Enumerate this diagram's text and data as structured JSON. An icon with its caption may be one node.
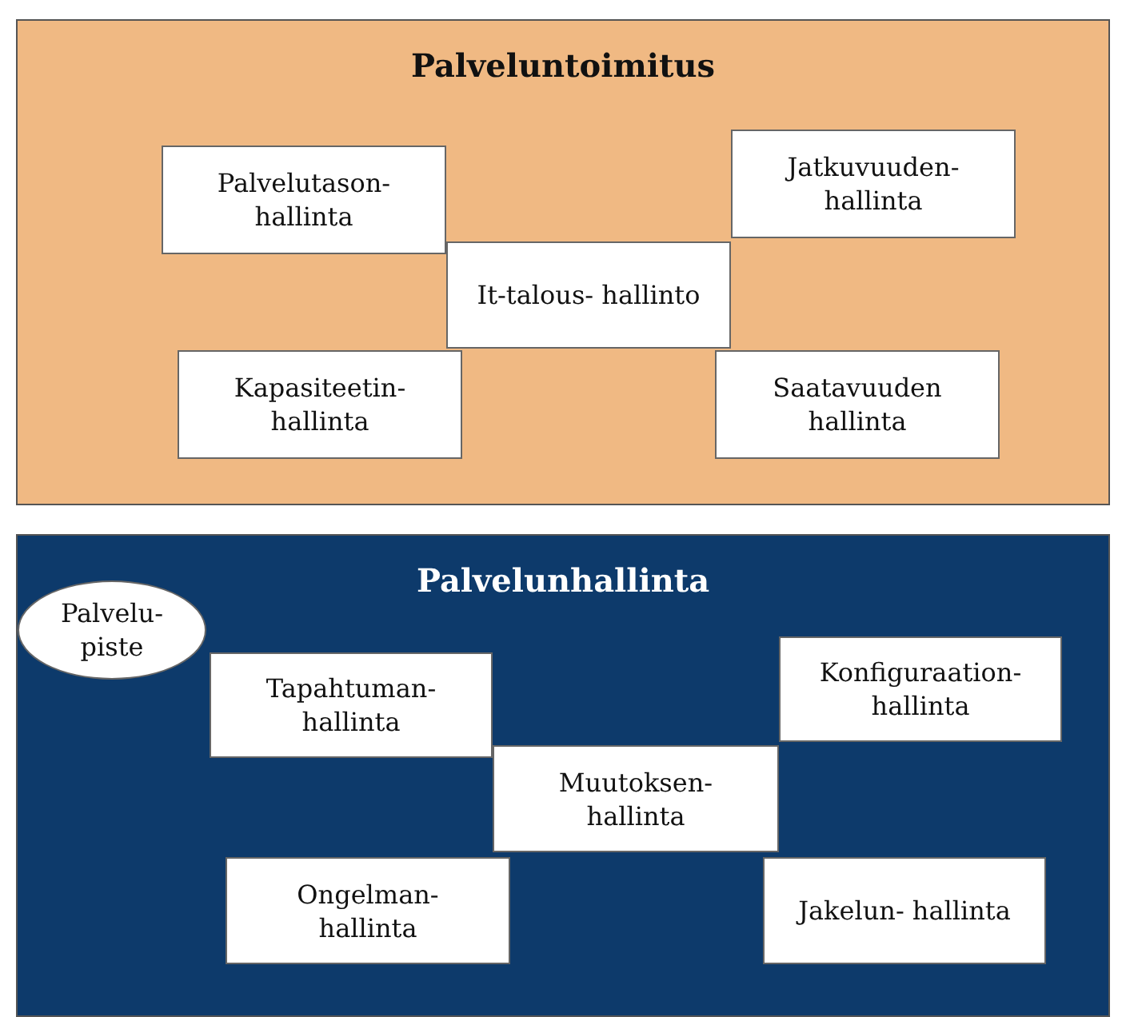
{
  "diagram": {
    "nodes": [
      {
        "text": [
          "Palveluntoimitus"
        ]
      },
      {
        "text": [
          "Palvelutason- hallinta"
        ],
        "in": 0
      },
      {
        "text": [
          "Jatkuvuuden- hallinta"
        ],
        "in": 0
      },
      {
        "text": [
          "It-talous- hallinto"
        ],
        "in": 0
      },
      {
        "text": [
          "Kapasiteetin- hallinta"
        ],
        "in": 0
      },
      {
        "text": [
          "Saatavuuden hallinta"
        ],
        "in": 0
      },
      {
        "text": [
          "Palvelunhallinta"
        ]
      },
      {
        "text": [
          "Palvelu- piste"
        ],
        "in": 6
      },
      {
        "text": [
          "Tapahtuman- hallinta"
        ],
        "in": 6
      },
      {
        "text": [
          "Konfiguraation- hallinta"
        ],
        "in": 6
      },
      {
        "text": [
          "Muutoksen- hallinta"
        ],
        "in": 6
      },
      {
        "text": [
          "Ongelman- hallinta"
        ],
        "in": 6
      },
      {
        "text": [
          "Jakelun- hallinta"
        ],
        "in": 6
      }
    ]
  }
}
